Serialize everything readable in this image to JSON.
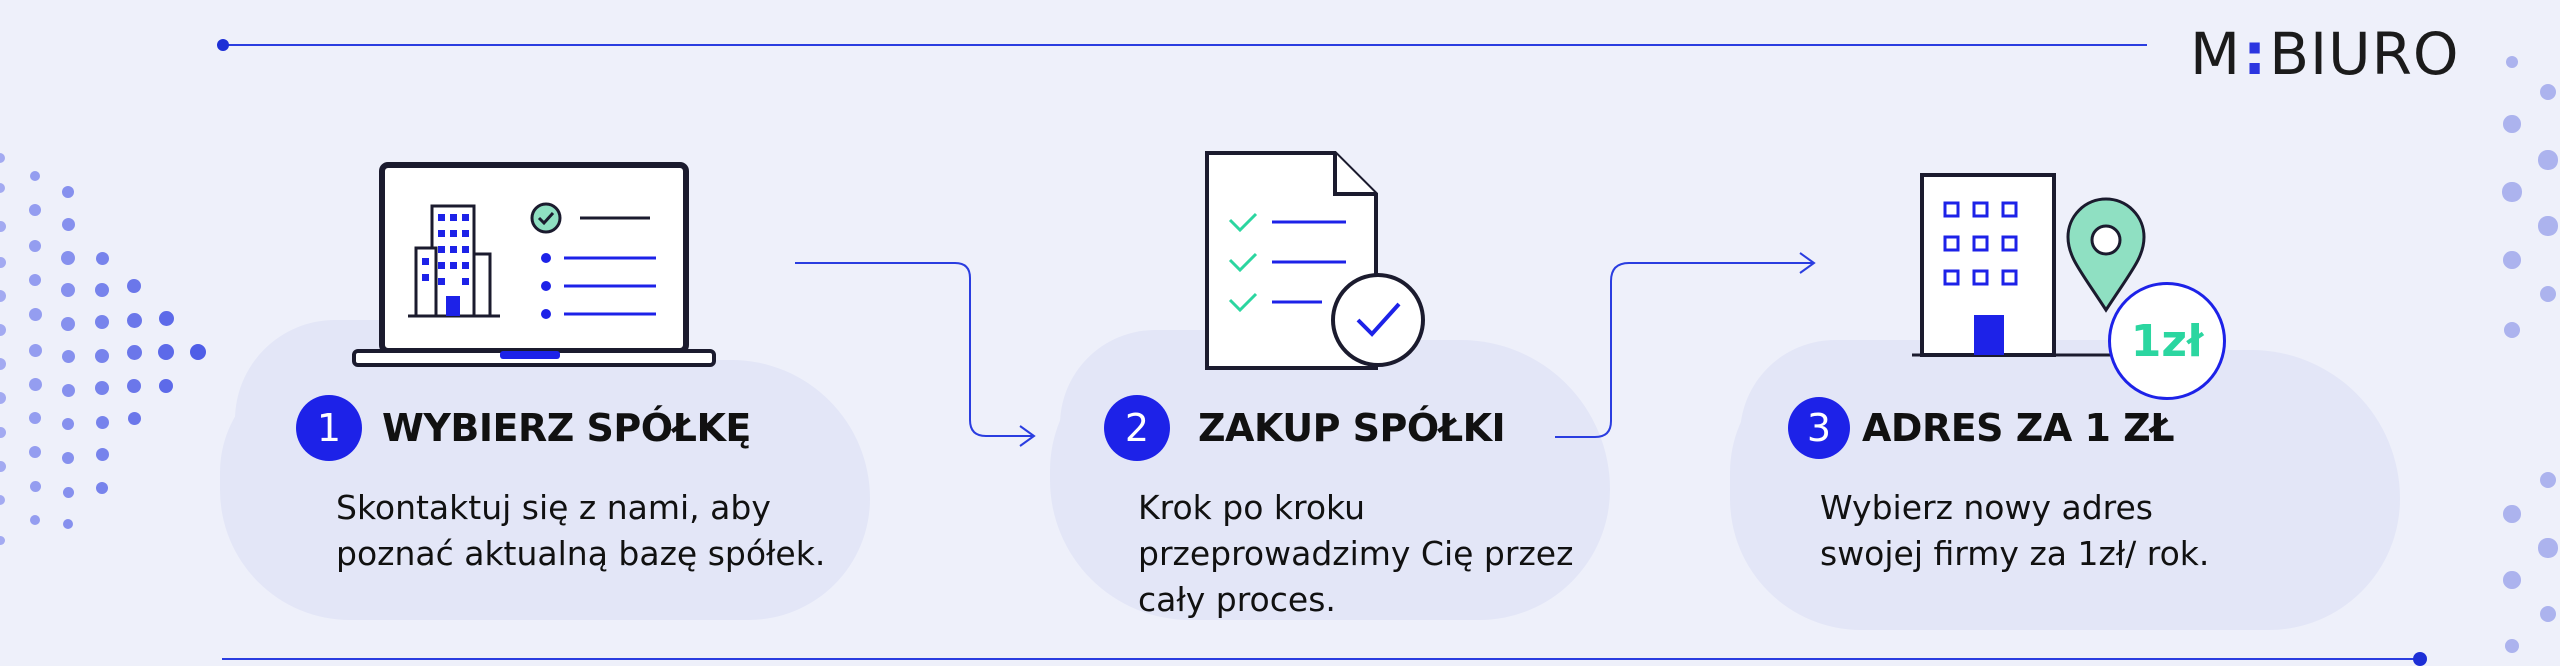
{
  "brand": {
    "name_left": "M",
    "name_sep": ":",
    "name_right": "BIURO"
  },
  "colors": {
    "accent": "#1d22e8",
    "line": "#2a3de0",
    "green": "#2bd6a0",
    "dots": "#6a78ec",
    "background": "#eef0fa"
  },
  "steps": [
    {
      "number": "1",
      "title": "WYBIERZ SPÓŁKĘ",
      "lines": [
        "Skontaktuj się z nami, aby",
        "poznać aktualną bazę spółek."
      ],
      "icon": "laptop-building-icon"
    },
    {
      "number": "2",
      "title": "ZAKUP SPÓŁKI",
      "lines": [
        "Krok po kroku",
        "przeprowadzimy Cię przez",
        "cały proces."
      ],
      "icon": "document-checklist-icon"
    },
    {
      "number": "3",
      "title": "ADRES ZA 1 ZŁ",
      "lines": [
        "Wybierz nowy adres",
        "swojej firmy za 1zł/ rok."
      ],
      "icon": "building-location-icon",
      "price_badge": "1zł"
    }
  ]
}
